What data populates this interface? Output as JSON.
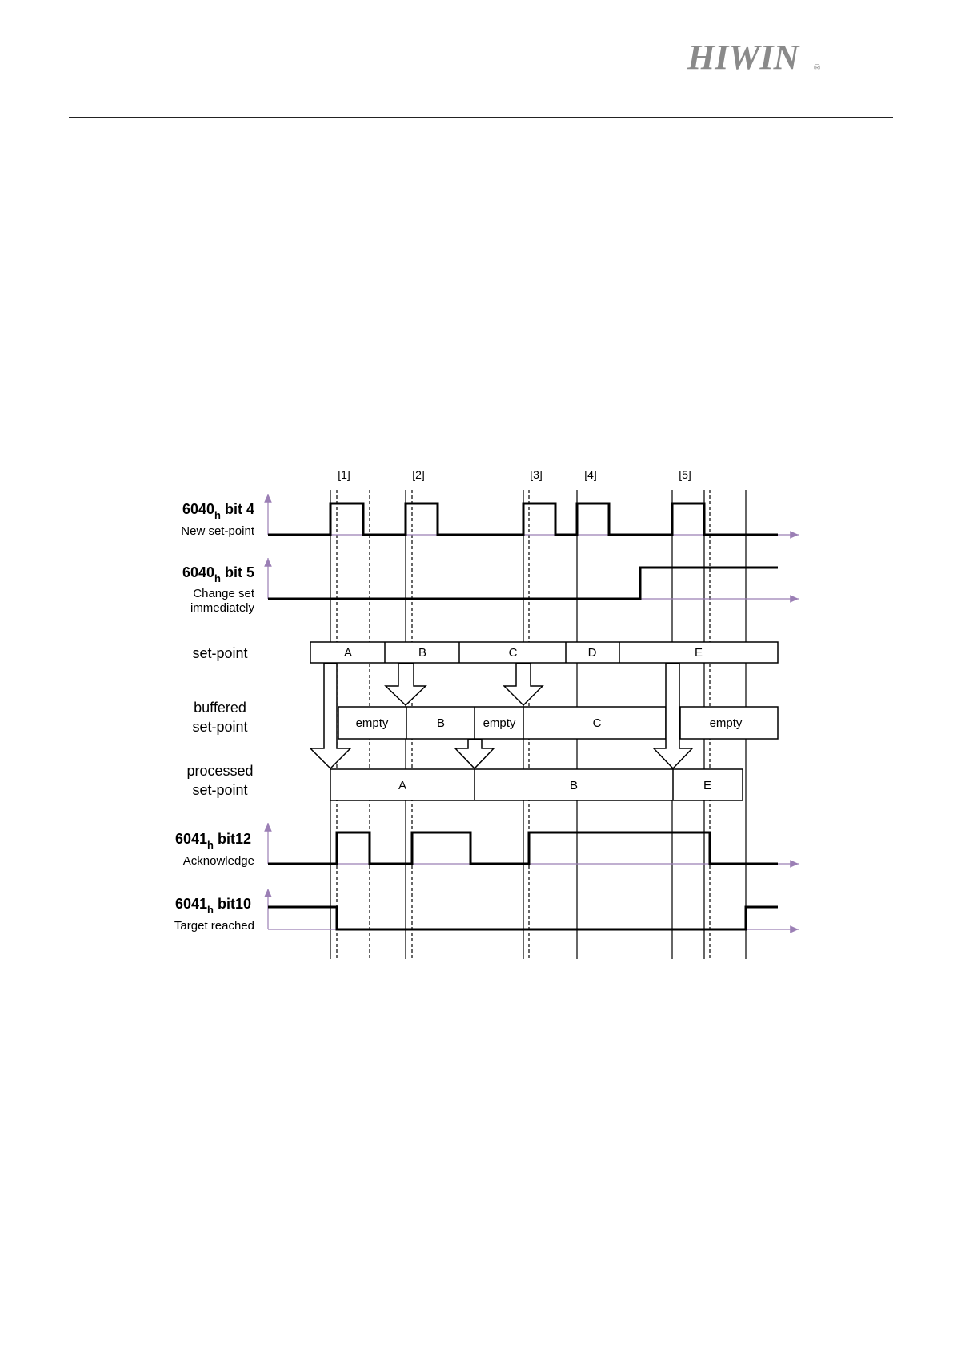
{
  "brand": {
    "name": "HIWIN",
    "registered": "®",
    "color": "#8a8a8a"
  },
  "colors": {
    "axis": "#9b7fb5",
    "signal": "#000000"
  },
  "markers": [
    "[1]",
    "[2]",
    "[3]",
    "[4]",
    "[5]"
  ],
  "signals": {
    "bit4": {
      "main": "6040",
      "sub": "h",
      "rest": " bit 4",
      "desc": "New set-point"
    },
    "bit5": {
      "main": "6040",
      "sub": "h",
      "rest": " bit 5",
      "desc1": "Change set",
      "desc2": "immediately"
    },
    "bit12": {
      "main": "6041",
      "sub": "h",
      "rest": " bit12",
      "desc": "Acknowledge"
    },
    "bit10": {
      "main": "6041",
      "sub": "h",
      "rest": " bit10",
      "desc": "Target reached"
    }
  },
  "rows": {
    "setpoint": "set-point",
    "buffered1": "buffered",
    "buffered2": "set-point",
    "processed1": "processed",
    "processed2": "set-point"
  },
  "setpoint_boxes": [
    "A",
    "B",
    "C",
    "D",
    "E"
  ],
  "buffered_boxes": [
    "empty",
    "B",
    "empty",
    "C",
    "empty"
  ],
  "processed_boxes": [
    "A",
    "B",
    "E"
  ]
}
